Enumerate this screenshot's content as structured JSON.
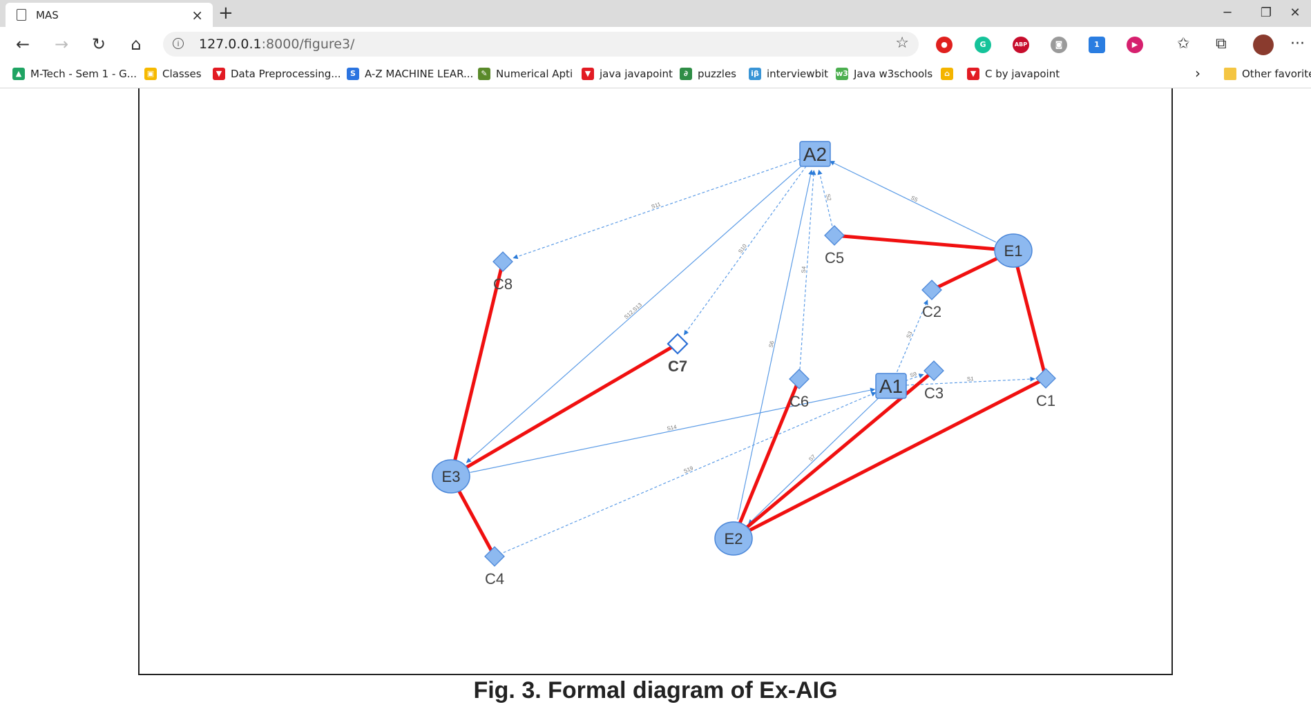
{
  "browser": {
    "tab_title": "MAS",
    "tab_close": "×",
    "new_tab": "+",
    "window_controls": [
      "─",
      "❐",
      "✕"
    ],
    "url_host": "127.0.0.1",
    "url_path": ":8000/figure3/",
    "nav": {
      "back": "←",
      "forward": "→",
      "refresh": "↻",
      "home": "⌂"
    },
    "star": "☆",
    "extensions": [
      {
        "name": "adblock-icon",
        "label": "●",
        "color": "#e0201e"
      },
      {
        "name": "grammarly-icon",
        "label": "G",
        "color": "#15c39a"
      },
      {
        "name": "abp-icon",
        "label": "ABP",
        "color": "#c70d2c"
      },
      {
        "name": "camera-icon",
        "label": "◙",
        "color": "#9a9a9a"
      },
      {
        "name": "extension-badge-icon",
        "label": "1",
        "color": "#2a7de1"
      },
      {
        "name": "play-icon",
        "label": "▶",
        "color": "#d6206e"
      }
    ],
    "toolbar_icons": {
      "favorites": "✩",
      "collections": "⧉",
      "menu": "···"
    }
  },
  "bookmarks": [
    {
      "label": "M-Tech - Sem 1 - G...",
      "icon": "drive-icon",
      "color": "#1fa463",
      "glyph": "▲"
    },
    {
      "label": "Classes",
      "icon": "classroom-icon",
      "color": "#f6b900",
      "glyph": "▣"
    },
    {
      "label": "Data Preprocessing...",
      "icon": "javapoint-icon",
      "color": "#e21b23",
      "glyph": "▼"
    },
    {
      "label": "A-Z MACHINE LEAR...",
      "icon": "s-icon",
      "color": "#2b74e0",
      "glyph": "S"
    },
    {
      "label": "Numerical Apti",
      "icon": "indiabix-icon",
      "color": "#5a8a2a",
      "glyph": "✎"
    },
    {
      "label": "java javapoint",
      "icon": "javapoint-icon",
      "color": "#e21b23",
      "glyph": "▼"
    },
    {
      "label": "puzzles",
      "icon": "gfg-icon",
      "color": "#2f8d46",
      "glyph": "∂"
    },
    {
      "label": "interviewbit",
      "icon": "interviewbit-icon",
      "color": "#3a95d6",
      "glyph": "iβ"
    },
    {
      "label": "Java w3schools",
      "icon": "w3schools-icon",
      "color": "#4caf50",
      "glyph": "w3"
    },
    {
      "label": "",
      "icon": "bookmark-icon",
      "color": "#f4b400",
      "glyph": "⌂"
    },
    {
      "label": "C by javapoint",
      "icon": "javapoint-icon",
      "color": "#e21b23",
      "glyph": "▼"
    }
  ],
  "bookmarks_more": "›",
  "other_favorites": "Other favorites",
  "figure": {
    "caption": "Fig. 3. Formal diagram of Ex-AIG",
    "nodes": [
      {
        "id": "A2",
        "label": "A2",
        "shape": "rect"
      },
      {
        "id": "A1",
        "label": "A1",
        "shape": "rect"
      },
      {
        "id": "E1",
        "label": "E1",
        "shape": "ellipse"
      },
      {
        "id": "E2",
        "label": "E2",
        "shape": "ellipse"
      },
      {
        "id": "E3",
        "label": "E3",
        "shape": "ellipse"
      },
      {
        "id": "C1",
        "label": "C1",
        "shape": "diamond"
      },
      {
        "id": "C2",
        "label": "C2",
        "shape": "diamond"
      },
      {
        "id": "C3",
        "label": "C3",
        "shape": "diamond"
      },
      {
        "id": "C4",
        "label": "C4",
        "shape": "diamond"
      },
      {
        "id": "C5",
        "label": "C5",
        "shape": "diamond"
      },
      {
        "id": "C6",
        "label": "C6",
        "shape": "diamond"
      },
      {
        "id": "C7",
        "label": "C7",
        "shape": "diamond-selected"
      },
      {
        "id": "C8",
        "label": "C8",
        "shape": "diamond"
      }
    ],
    "red_edges": [
      [
        "E1",
        "C5"
      ],
      [
        "E1",
        "C2"
      ],
      [
        "E1",
        "C1"
      ],
      [
        "E2",
        "C6"
      ],
      [
        "E2",
        "C3"
      ],
      [
        "E2",
        "C1"
      ],
      [
        "E3",
        "C8"
      ],
      [
        "E3",
        "C7"
      ],
      [
        "E3",
        "C4"
      ]
    ],
    "blue_edges": [
      {
        "from": "A2",
        "to": "C8",
        "label": "S11",
        "style": "dashed"
      },
      {
        "from": "E1",
        "to": "A2",
        "label": "S5",
        "style": "solid"
      },
      {
        "from": "C5",
        "to": "A2",
        "label": "S2",
        "style": "dashed"
      },
      {
        "from": "A2",
        "to": "C7",
        "label": "S10",
        "style": "dashed"
      },
      {
        "from": "A2",
        "to": "E3",
        "label": "S12,S13",
        "style": "solid"
      },
      {
        "from": "C6",
        "to": "A2",
        "label": "S4",
        "style": "dashed"
      },
      {
        "from": "E2",
        "to": "A2",
        "label": "S6",
        "style": "solid"
      },
      {
        "from": "A1",
        "to": "C2",
        "label": "S3",
        "style": "dashed"
      },
      {
        "from": "A1",
        "to": "C1",
        "label": "S1",
        "style": "dashed"
      },
      {
        "from": "E3",
        "to": "A1",
        "label": "S14",
        "style": "solid"
      },
      {
        "from": "C4",
        "to": "A1",
        "label": "S19",
        "style": "dashed"
      },
      {
        "from": "A1",
        "to": "E2",
        "label": "S7",
        "style": "solid"
      },
      {
        "from": "A1",
        "to": "C3",
        "label": "S9",
        "style": "dashed"
      }
    ]
  }
}
